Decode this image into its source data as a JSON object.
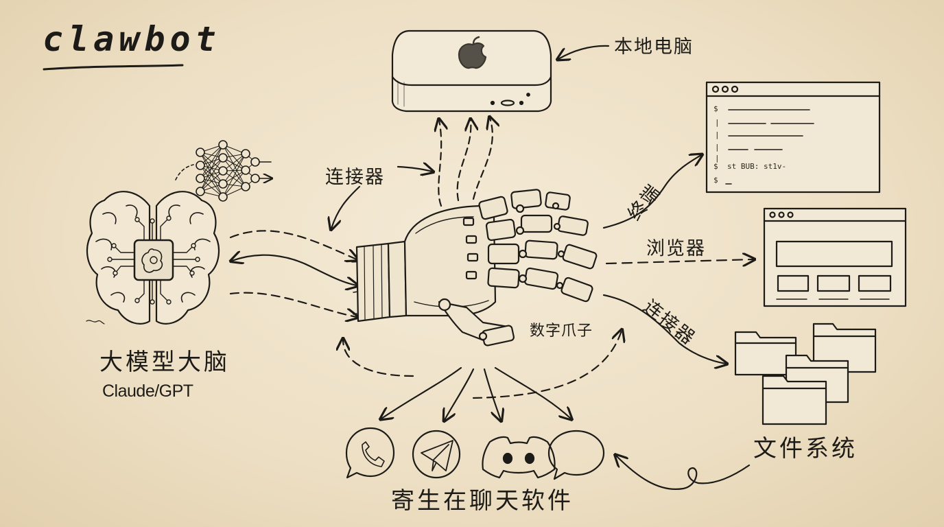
{
  "brand": "clawbot",
  "labels": {
    "local_computer": "本地电脑",
    "connector_top": "连接器",
    "terminal": "终端",
    "browser": "浏览器",
    "connector_right": "连接器",
    "digital_claw": "数字爪子",
    "brain_title": "大模型大脑",
    "brain_subtitle": "Claude/GPT",
    "file_system": "文件系统",
    "chat_apps": "寄生在聊天软件"
  },
  "terminal_window": {
    "prompt_lines": [
      "$",
      "|",
      "|",
      "|",
      "|",
      "$",
      "$"
    ],
    "command_text": "st BUB: st1v-"
  },
  "chat_icons": [
    "whatsapp-icon",
    "telegram-icon",
    "discord-icon",
    "speech-bubble-icon"
  ],
  "colors": {
    "paper": "#efe4cd",
    "ink": "#1d1b17"
  }
}
